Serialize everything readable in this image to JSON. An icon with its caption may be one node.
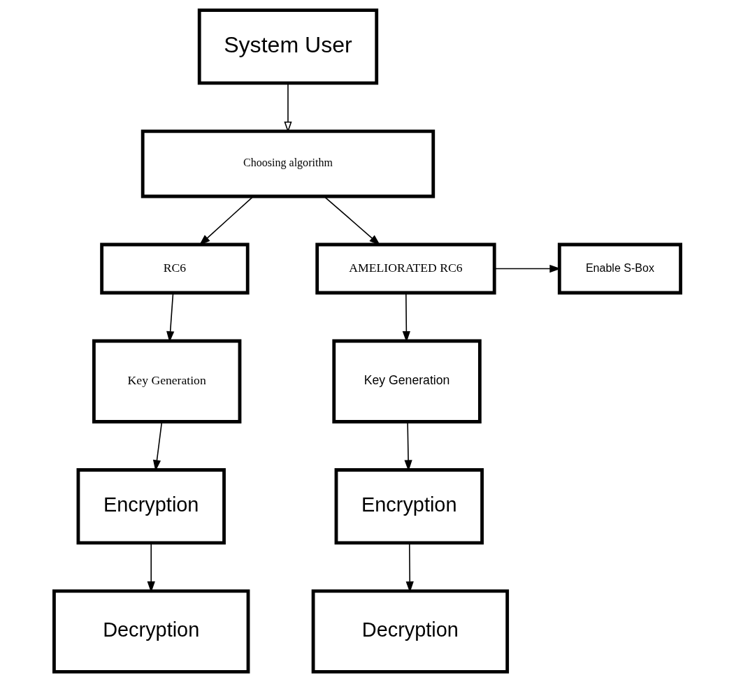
{
  "diagram": {
    "nodes": [
      {
        "text": [
          "System User"
        ]
      },
      {
        "text": [
          "Choosing algorithm"
        ]
      },
      {
        "text": [
          "RC6"
        ]
      },
      {
        "text": [
          "AMELIORATED RC6"
        ]
      },
      {
        "text": [
          "Enable S-Box"
        ]
      },
      {
        "text": [
          "Key Generation"
        ]
      },
      {
        "text": [
          "Encryption"
        ]
      },
      {
        "text": [
          "Decryption"
        ]
      },
      {
        "text": [
          "Key Generation"
        ]
      },
      {
        "text": [
          "Encryption"
        ]
      },
      {
        "text": [
          "Decryption"
        ]
      }
    ],
    "edges": [
      {
        "from": 0,
        "to": 1,
        "arrow": "to"
      },
      {
        "from": 1,
        "to": 2,
        "arrow": "to"
      },
      {
        "from": 1,
        "to": 3,
        "arrow": "to"
      },
      {
        "from": 3,
        "to": 4,
        "arrow": "to"
      },
      {
        "from": 2,
        "to": 5,
        "arrow": "to"
      },
      {
        "from": 5,
        "to": 6,
        "arrow": "to"
      },
      {
        "from": 6,
        "to": 7,
        "arrow": "to"
      },
      {
        "from": 3,
        "to": 8,
        "arrow": "to"
      },
      {
        "from": 8,
        "to": 9,
        "arrow": "to"
      },
      {
        "from": 9,
        "to": 10,
        "arrow": "to"
      }
    ]
  }
}
